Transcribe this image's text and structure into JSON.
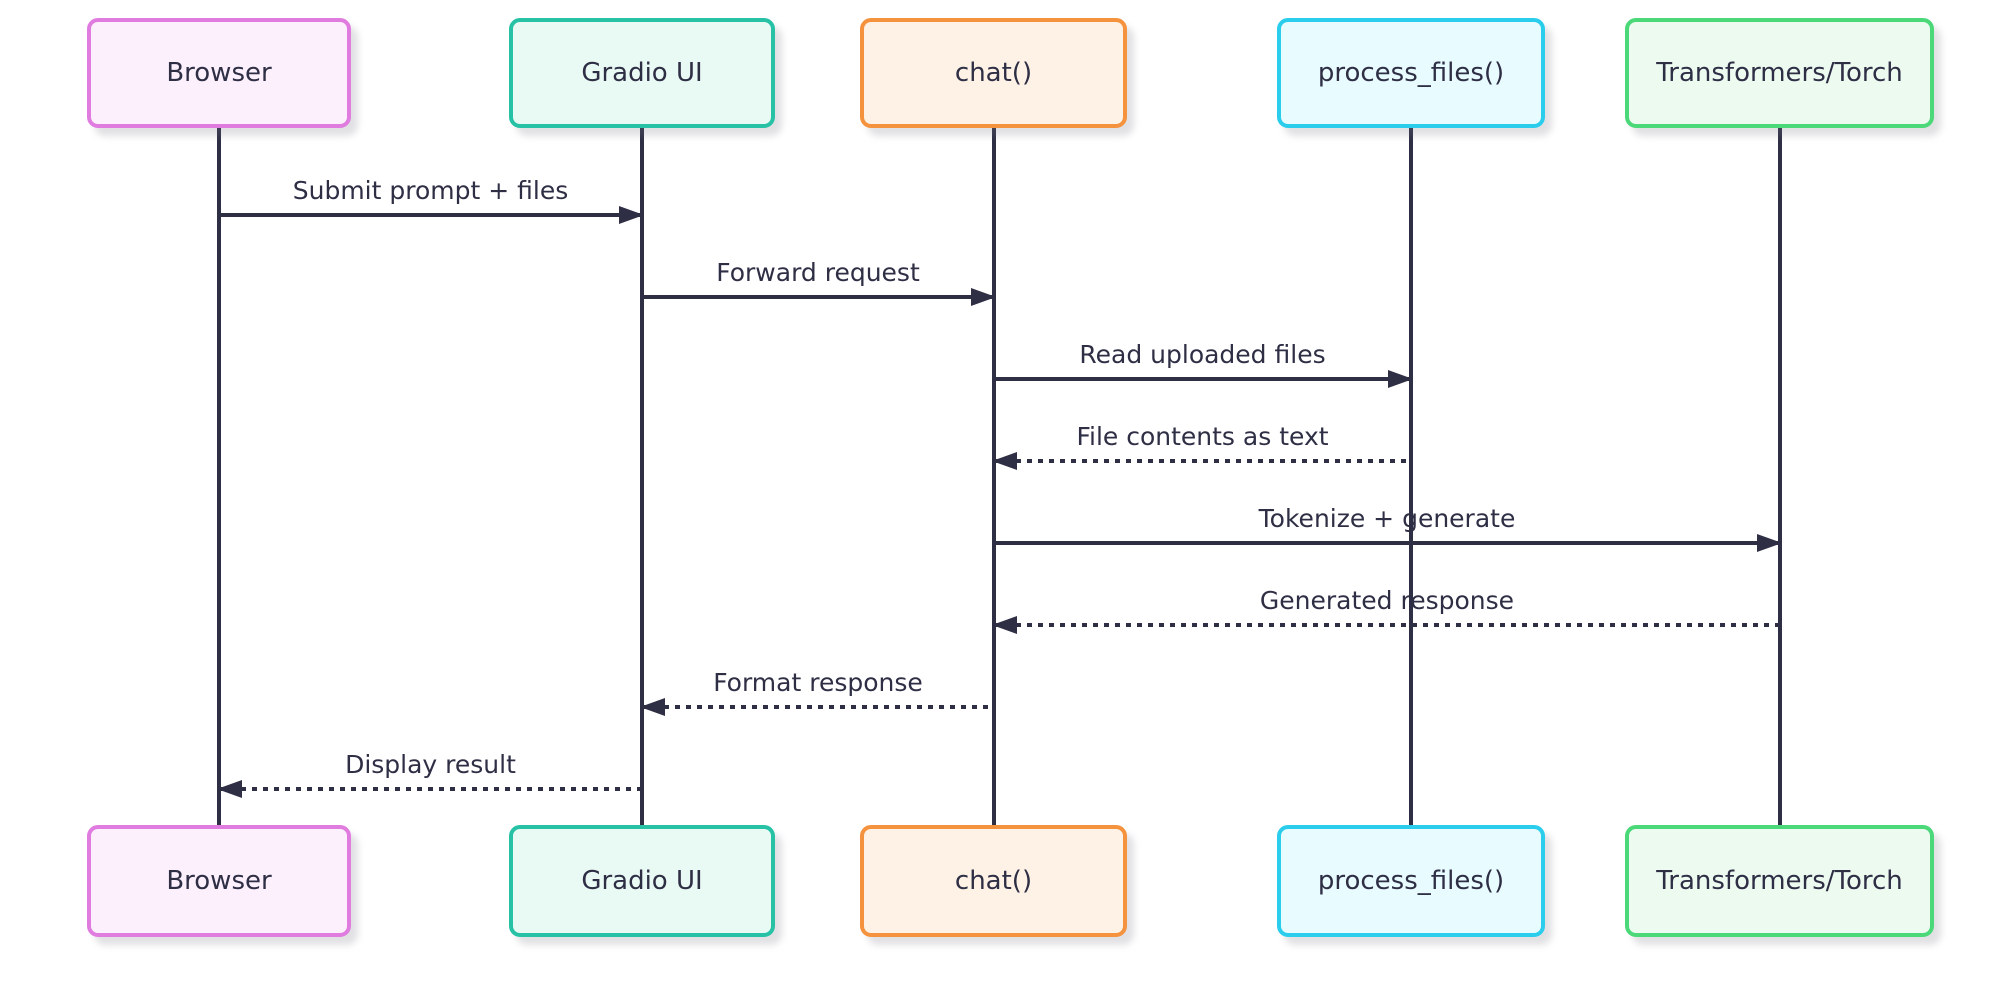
{
  "diagram": {
    "type": "sequence-diagram",
    "background": "#ffffff",
    "line_color": "#2e2e45",
    "actors": [
      {
        "id": "browser",
        "label": "Browser",
        "fill": "#fdf0fd",
        "border": "#e07ce0"
      },
      {
        "id": "gradio-ui",
        "label": "Gradio UI",
        "fill": "#e9faf5",
        "border": "#27c2a6"
      },
      {
        "id": "chat",
        "label": "chat()",
        "fill": "#fdf2e5",
        "border": "#f5923e"
      },
      {
        "id": "process-files",
        "label": "process_files()",
        "fill": "#e8fbfe",
        "border": "#2acdec"
      },
      {
        "id": "transformers-torch",
        "label": "Transformers/Torch",
        "fill": "#ecfaf0",
        "border": "#4bd878"
      }
    ],
    "messages": [
      {
        "from": "Browser",
        "to": "Gradio UI",
        "label": "Submit prompt + files",
        "style": "solid",
        "dir": "right"
      },
      {
        "from": "Gradio UI",
        "to": "chat()",
        "label": "Forward request",
        "style": "solid",
        "dir": "right"
      },
      {
        "from": "chat()",
        "to": "process_files()",
        "label": "Read uploaded files",
        "style": "solid",
        "dir": "right"
      },
      {
        "from": "process_files()",
        "to": "chat()",
        "label": "File contents as text",
        "style": "dashed",
        "dir": "left"
      },
      {
        "from": "chat()",
        "to": "Transformers/Torch",
        "label": "Tokenize + generate",
        "style": "solid",
        "dir": "right"
      },
      {
        "from": "Transformers/Torch",
        "to": "chat()",
        "label": "Generated response",
        "style": "dashed",
        "dir": "left"
      },
      {
        "from": "chat()",
        "to": "Gradio UI",
        "label": "Format response",
        "style": "dashed",
        "dir": "left"
      },
      {
        "from": "Gradio UI",
        "to": "Browser",
        "label": "Display result",
        "style": "dashed",
        "dir": "left"
      }
    ]
  }
}
